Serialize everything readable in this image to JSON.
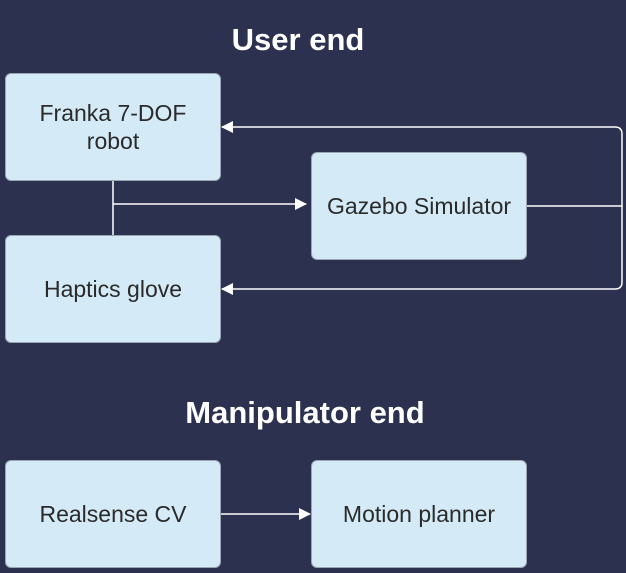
{
  "sections": {
    "user": {
      "title": "User end"
    },
    "manipulator": {
      "title": "Manipulator end"
    }
  },
  "nodes": {
    "franka": "Franka 7-DOF robot",
    "gazebo": "Gazebo Simulator",
    "glove": "Haptics glove",
    "realsense": "Realsense CV",
    "motion": "Motion planner"
  },
  "colors": {
    "background": "#2c3150",
    "node_fill": "#d4ebf7",
    "node_border": "#9aa6b2",
    "connector": "#ffffff"
  }
}
